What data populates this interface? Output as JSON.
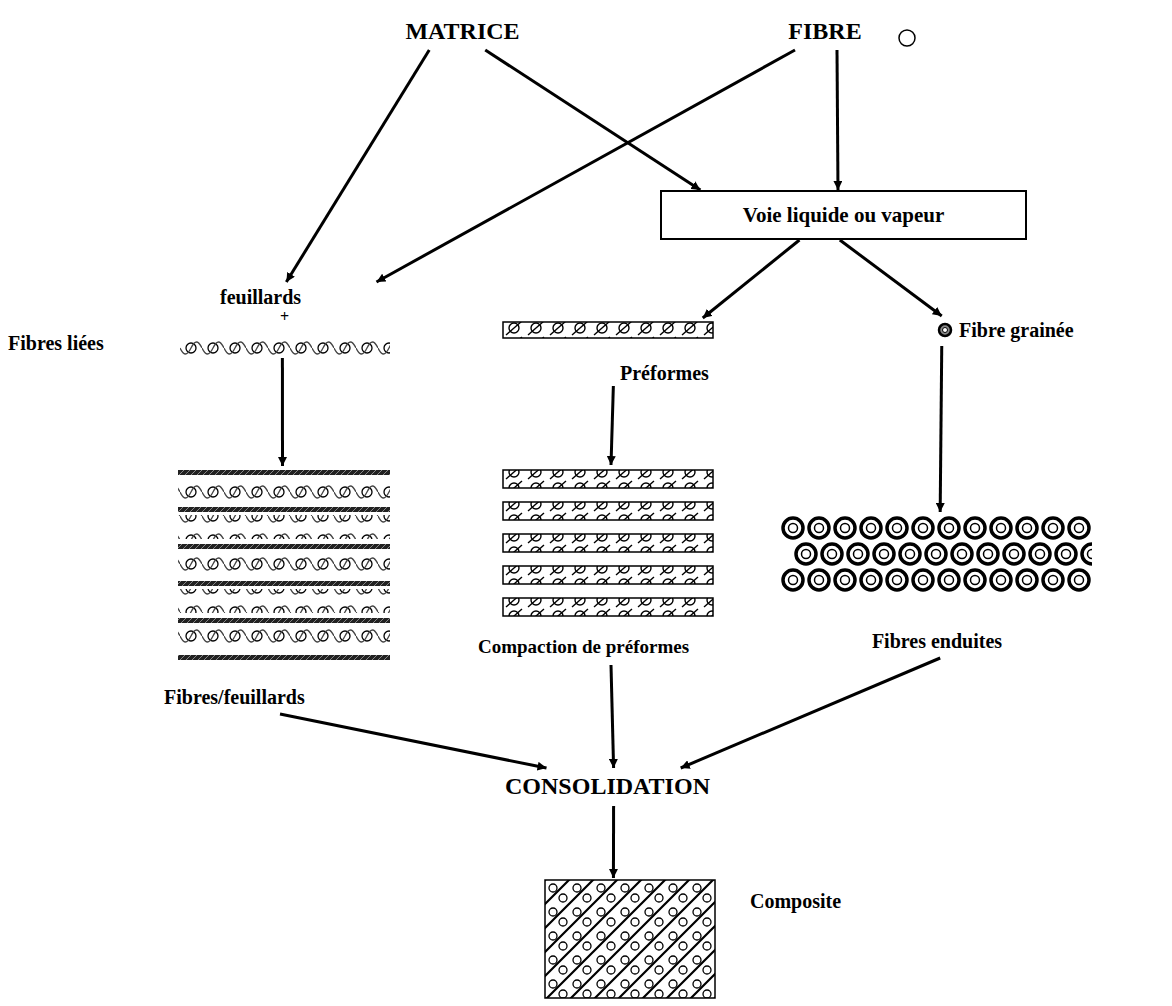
{
  "diagram": {
    "nodes": [
      {
        "text": [
          "MATRICE"
        ]
      },
      {
        "text": [
          "FIBRE"
        ]
      },
      {
        "text": [
          "Voie liquide ou vapeur"
        ]
      },
      {
        "text": [
          "feuillards",
          "+",
          "Fibres liées"
        ]
      },
      {
        "text": [
          "Préformes"
        ]
      },
      {
        "text": [
          "Fibre grainée"
        ]
      },
      {
        "text": [
          "Fibres/feuillards"
        ]
      },
      {
        "text": [
          "Compaction de préformes"
        ]
      },
      {
        "text": [
          "Fibres enduites"
        ]
      },
      {
        "text": [
          "CONSOLIDATION"
        ]
      },
      {
        "text": [
          "Composite"
        ]
      }
    ],
    "edges": [
      {
        "from": 0,
        "to": 3,
        "arrow": "to"
      },
      {
        "from": 0,
        "to": 2,
        "arrow": "to"
      },
      {
        "from": 1,
        "to": 2,
        "arrow": "to"
      },
      {
        "from": 1,
        "to": 3,
        "arrow": "to"
      },
      {
        "from": 2,
        "to": 4,
        "arrow": "to"
      },
      {
        "from": 2,
        "to": 5,
        "arrow": "to"
      },
      {
        "from": 3,
        "to": 6,
        "arrow": "to"
      },
      {
        "from": 4,
        "to": 7,
        "arrow": "to"
      },
      {
        "from": 5,
        "to": 8,
        "arrow": "to"
      },
      {
        "from": 6,
        "to": 9,
        "arrow": "to"
      },
      {
        "from": 7,
        "to": 9,
        "arrow": "to"
      },
      {
        "from": 8,
        "to": 9,
        "arrow": "to"
      },
      {
        "from": 9,
        "to": 10,
        "arrow": "to"
      }
    ]
  }
}
